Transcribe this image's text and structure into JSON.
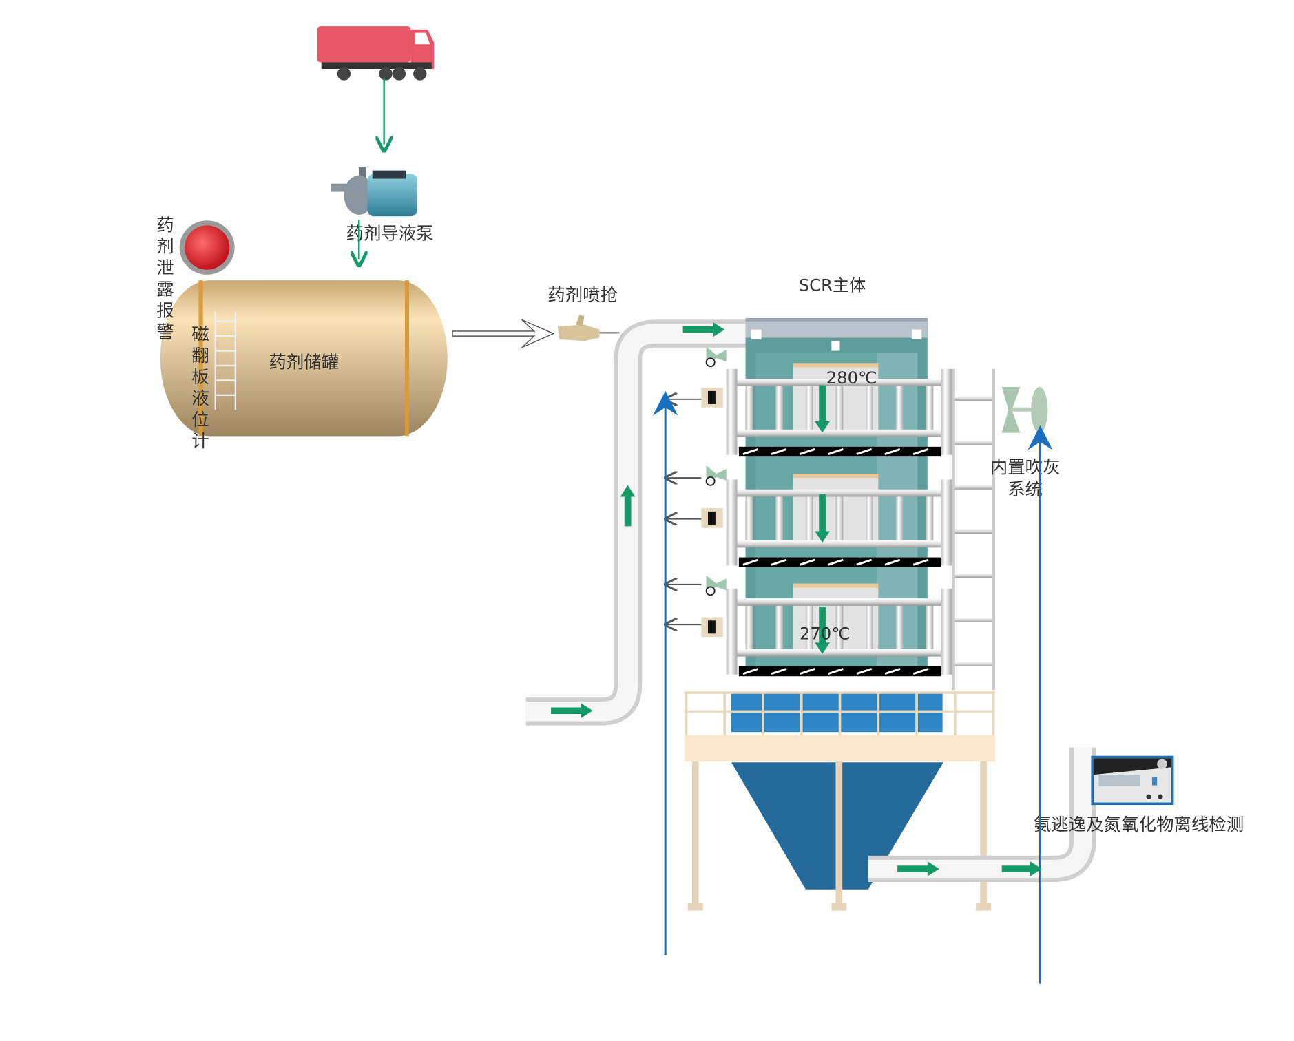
{
  "labels": {
    "pump": "药剂导液泵",
    "alarm": [
      "药",
      "剂",
      "泄",
      "露",
      "报",
      "警"
    ],
    "level_gauge": [
      "磁",
      "翻",
      "板",
      "液",
      "位",
      "计"
    ],
    "tank": "药剂储罐",
    "spray_gun": "药剂喷抢",
    "scr_body": "SCR主体",
    "soot_blower_line1": "内置吹灰",
    "soot_blower_line2": "系统",
    "analyzer": "氨逃逸及氮氧化物离线检测"
  },
  "temperatures": {
    "top": "280℃",
    "bottom": "270℃"
  },
  "colors": {
    "flow_green": "#149a68",
    "signal_blue": "#1a6fbd",
    "truck_red": "#e85566",
    "scr_teal": "#5f9c9c",
    "hopper_blue": "#246b9c",
    "tank_tan": "#d2b07c"
  }
}
